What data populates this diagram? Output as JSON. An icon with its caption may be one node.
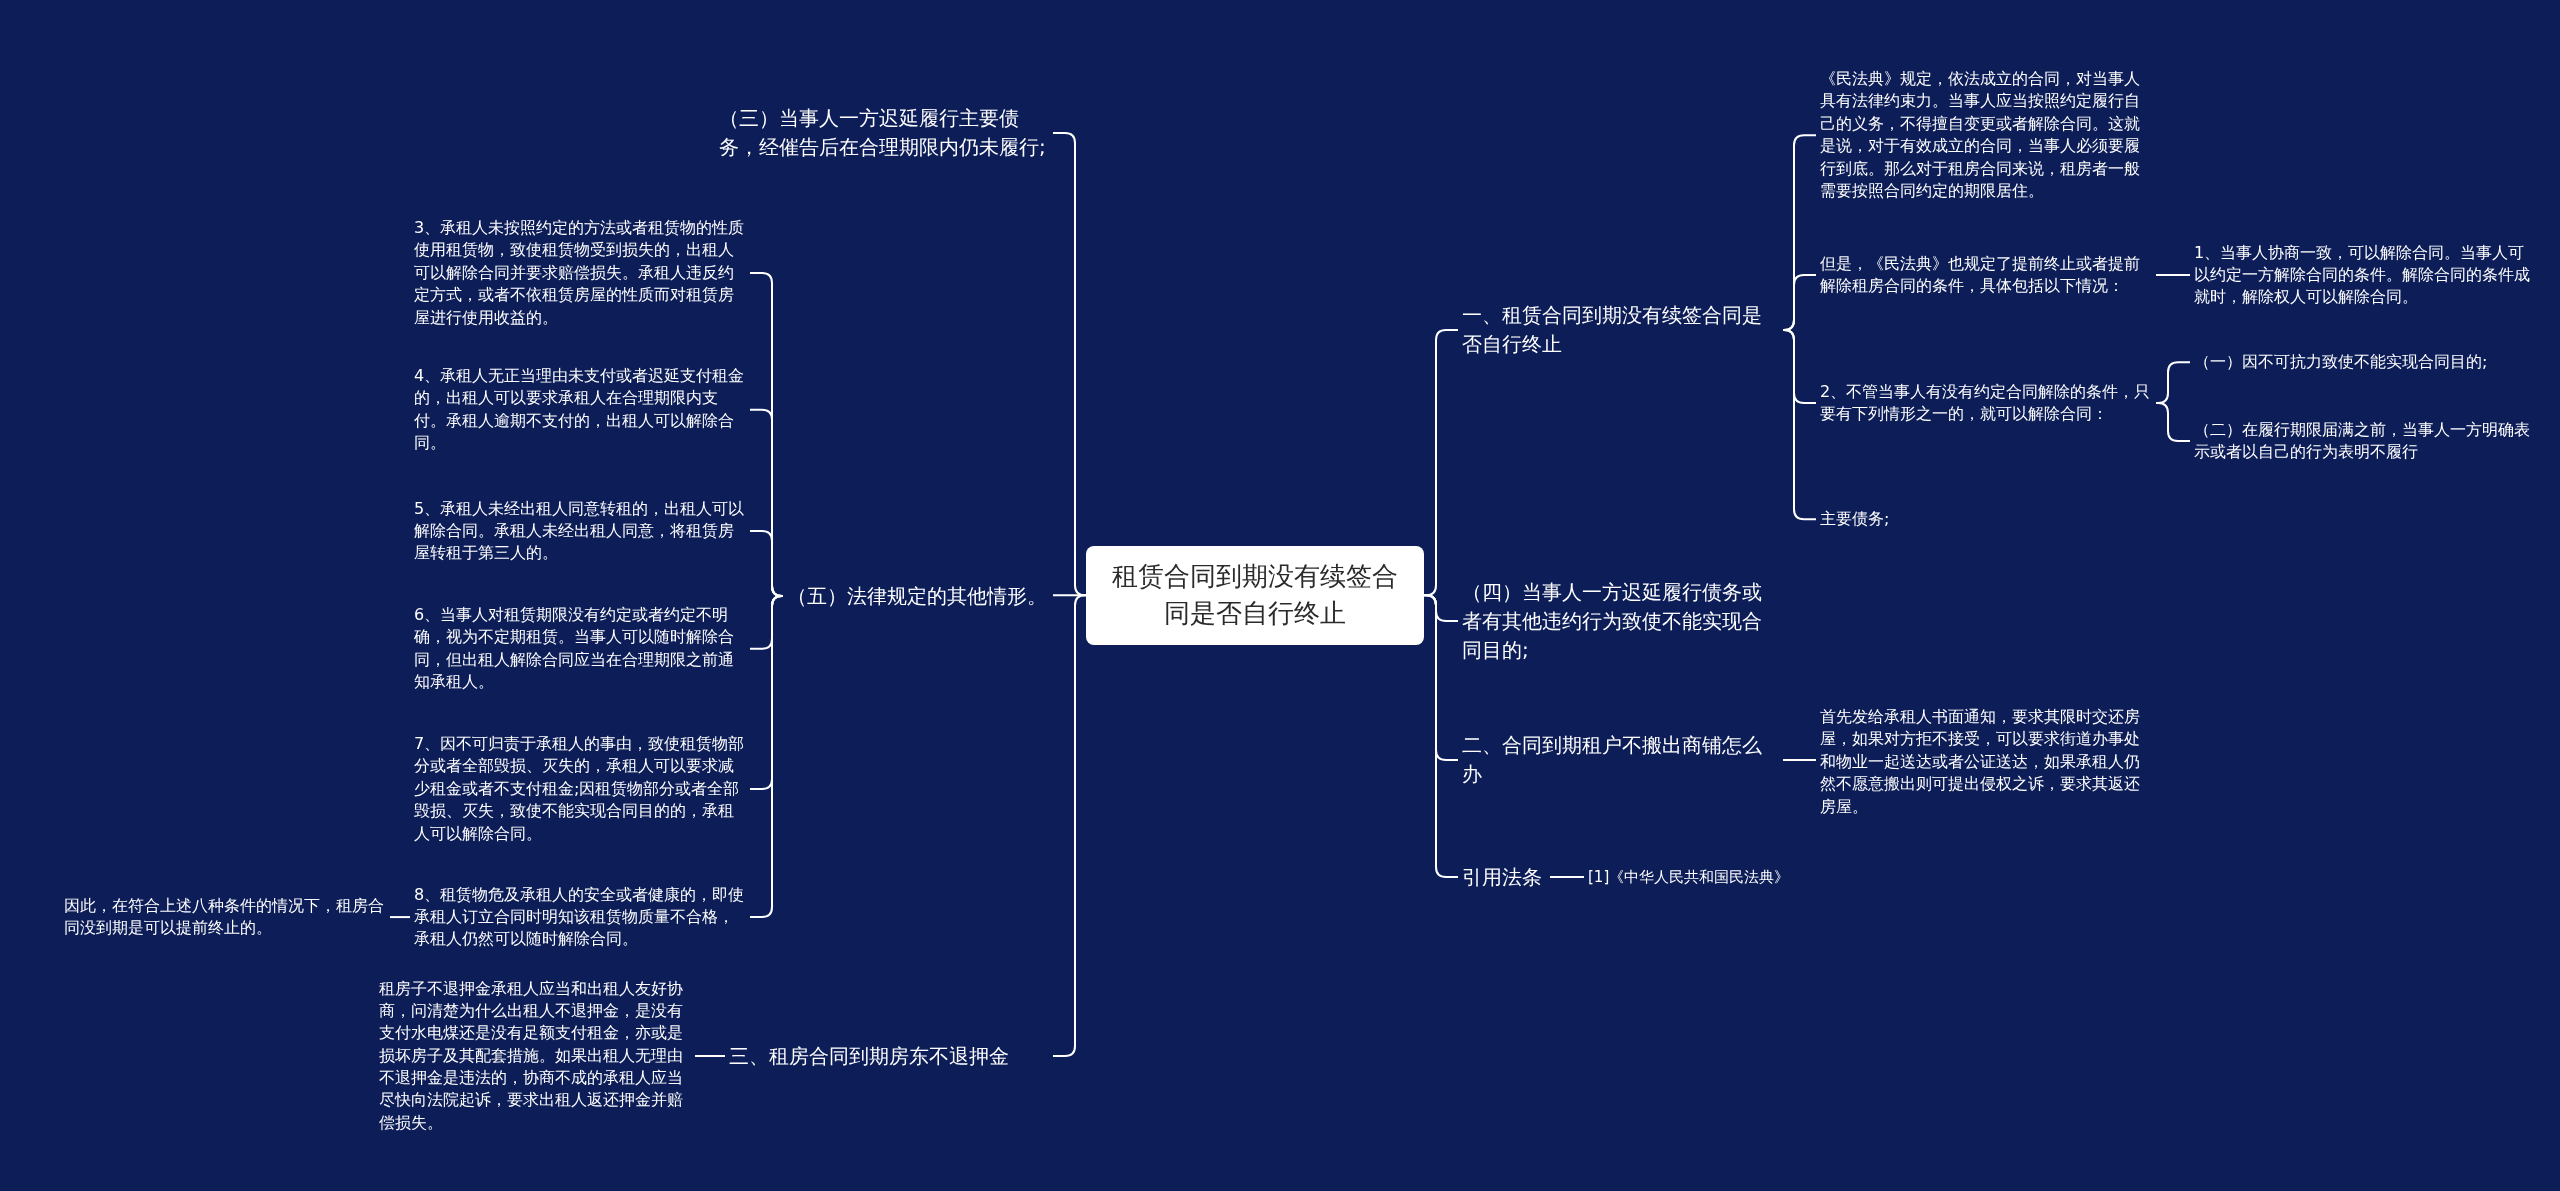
{
  "diagram": {
    "nodes": [
      {
        "text": [
          "租赁合同到期没有续签合同是否自行终止"
        ]
      },
      {
        "text": [
          "一、租赁合同到期没有续签合同是否自行终止"
        ]
      },
      {
        "text": [
          "（四）当事人一方迟延履行债务或者有其他违约行为致使不能实现合同目的;"
        ]
      },
      {
        "text": [
          "二、合同到期租户不搬出商铺怎么办"
        ]
      },
      {
        "text": [
          "引用法条"
        ]
      },
      {
        "text": [
          "[1]《中华人民共和国民法典》"
        ]
      },
      {
        "text": [
          "《民法典》规定，依法成立的合同，对当事人具有法律约束力。当事人应当按照约定履行自己的义务，不得擅自变更或者解除合同。这就是说，对于有效成立的合同，当事人必须要履行到底。那么对于租房合同来说，租房者一般需要按照合同约定的期限居住。"
        ]
      },
      {
        "text": [
          "但是，《民法典》也规定了提前终止或者提前解除租房合同的条件，具体包括以下情况："
        ]
      },
      {
        "text": [
          "2、不管当事人有没有约定合同解除的条件，只要有下列情形之一的，就可以解除合同："
        ]
      },
      {
        "text": [
          "主要债务;"
        ]
      },
      {
        "text": [
          "1、当事人协商一致，可以解除合同。当事人可以约定一方解除合同的条件。解除合同的条件成就时，解除权人可以解除合同。"
        ]
      },
      {
        "text": [
          "（一）因不可抗力致使不能实现合同目的;"
        ]
      },
      {
        "text": [
          "（二）在履行期限届满之前，当事人一方明确表示或者以自己的行为表明不履行"
        ]
      },
      {
        "text": [
          "首先发给承租人书面通知，要求其限时交还房屋，如果对方拒不接受，可以要求街道办事处和物业一起送达或者公证送达，如果承租人仍然不愿意搬出则可提出侵权之诉，要求其返还房屋。"
        ]
      },
      {
        "text": [
          "（三）当事人一方迟延履行主要债务，经催告后在合理期限内仍未履行;"
        ]
      },
      {
        "text": [
          "（五）法律规定的其他情形。"
        ]
      },
      {
        "text": [
          "三、租房合同到期房东不退押金"
        ]
      },
      {
        "text": [
          "3、承租人未按照约定的方法或者租赁物的性质使用租赁物，致使租赁物受到损失的，出租人可以解除合同并要求赔偿损失。承租人违反约定方式，或者不依租赁房屋的性质而对租赁房屋进行使用收益的。"
        ]
      },
      {
        "text": [
          "4、承租人无正当理由未支付或者迟延支付租金的，出租人可以要求承租人在合理期限内支付。承租人逾期不支付的，出租人可以解除合同。"
        ]
      },
      {
        "text": [
          "5、承租人未经出租人同意转租的，出租人可以解除合同。承租人未经出租人同意，将租赁房屋转租于第三人的。"
        ]
      },
      {
        "text": [
          "6、当事人对租赁期限没有约定或者约定不明确，视为不定期租赁。当事人可以随时解除合同，但出租人解除合同应当在合理期限之前通知承租人。"
        ]
      },
      {
        "text": [
          "7、因不可归责于承租人的事由，致使租赁物部分或者全部毁损、灭失的，承租人可以要求减少租金或者不支付租金;因租赁物部分或者全部毁损、灭失，致使不能实现合同目的的，承租人可以解除合同。"
        ]
      },
      {
        "text": [
          "8、租赁物危及承租人的安全或者健康的，即使承租人订立合同时明知该租赁物质量不合格，承租人仍然可以随时解除合同。"
        ]
      },
      {
        "text": [
          "因此，在符合上述八种条件的情况下，租房合同没到期是可以提前终止的。"
        ]
      },
      {
        "text": [
          "租房子不退押金承租人应当和出租人友好协商，问清楚为什么出租人不退押金，是没有支付水电煤还是没有足额支付租金，亦或是损坏房子及其配套措施。如果出租人无理由不退押金是违法的，协商不成的承租人应当尽快向法院起诉，要求出租人返还押金并赔偿损失。"
        ]
      }
    ],
    "edges": [
      {
        "from": 0,
        "to": 1,
        "arrow": "none"
      },
      {
        "from": 0,
        "to": 2,
        "arrow": "none"
      },
      {
        "from": 0,
        "to": 3,
        "arrow": "none"
      },
      {
        "from": 0,
        "to": 4,
        "arrow": "none"
      },
      {
        "from": 4,
        "to": 5,
        "arrow": "none"
      },
      {
        "from": 1,
        "to": 6,
        "arrow": "none"
      },
      {
        "from": 1,
        "to": 7,
        "arrow": "none"
      },
      {
        "from": 1,
        "to": 8,
        "arrow": "none"
      },
      {
        "from": 1,
        "to": 9,
        "arrow": "none"
      },
      {
        "from": 7,
        "to": 10,
        "arrow": "none"
      },
      {
        "from": 8,
        "to": 11,
        "arrow": "none"
      },
      {
        "from": 8,
        "to": 12,
        "arrow": "none"
      },
      {
        "from": 3,
        "to": 13,
        "arrow": "none"
      },
      {
        "from": 0,
        "to": 14,
        "arrow": "none"
      },
      {
        "from": 0,
        "to": 15,
        "arrow": "none"
      },
      {
        "from": 0,
        "to": 16,
        "arrow": "none"
      },
      {
        "from": 15,
        "to": 17,
        "arrow": "none"
      },
      {
        "from": 15,
        "to": 18,
        "arrow": "none"
      },
      {
        "from": 15,
        "to": 19,
        "arrow": "none"
      },
      {
        "from": 15,
        "to": 20,
        "arrow": "none"
      },
      {
        "from": 15,
        "to": 21,
        "arrow": "none"
      },
      {
        "from": 15,
        "to": 22,
        "arrow": "none"
      },
      {
        "from": 22,
        "to": 23,
        "arrow": "none"
      },
      {
        "from": 16,
        "to": 24,
        "arrow": "none"
      }
    ]
  }
}
